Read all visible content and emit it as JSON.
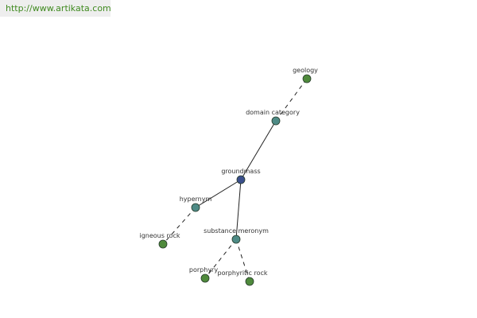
{
  "site": {
    "url": "http://www.artikata.com"
  },
  "colors": {
    "url_text": "#3f8a1f",
    "banner_bg": "#eeeeee",
    "edge": "#222222",
    "node_center": "#3b4f8c",
    "node_relation": "#4e8b86",
    "node_leaf": "#4f8a3c",
    "node_stroke": "#263a2a",
    "label": "#333333"
  },
  "graph": {
    "nodes": [
      {
        "id": "groundmass",
        "label": "groundmass",
        "kind": "center"
      },
      {
        "id": "domain-category",
        "label": "domain category",
        "kind": "relation"
      },
      {
        "id": "geology",
        "label": "geology",
        "kind": "leaf"
      },
      {
        "id": "hypernym",
        "label": "hypernym",
        "kind": "relation"
      },
      {
        "id": "igneous-rock",
        "label": "igneous rock",
        "kind": "leaf"
      },
      {
        "id": "substance-meronym",
        "label": "substance meronym",
        "kind": "relation"
      },
      {
        "id": "porphyry",
        "label": "porphyry",
        "kind": "leaf"
      },
      {
        "id": "porphyritic-rock",
        "label": "porphyritic rock",
        "kind": "leaf"
      }
    ],
    "edges": [
      {
        "from": "groundmass",
        "to": "domain-category",
        "style": "solid"
      },
      {
        "from": "domain-category",
        "to": "geology",
        "style": "dashed"
      },
      {
        "from": "groundmass",
        "to": "hypernym",
        "style": "solid"
      },
      {
        "from": "hypernym",
        "to": "igneous-rock",
        "style": "dashed"
      },
      {
        "from": "groundmass",
        "to": "substance-meronym",
        "style": "solid"
      },
      {
        "from": "substance-meronym",
        "to": "porphyry",
        "style": "dashed"
      },
      {
        "from": "substance-meronym",
        "to": "porphyritic-rock",
        "style": "dashed"
      }
    ]
  }
}
